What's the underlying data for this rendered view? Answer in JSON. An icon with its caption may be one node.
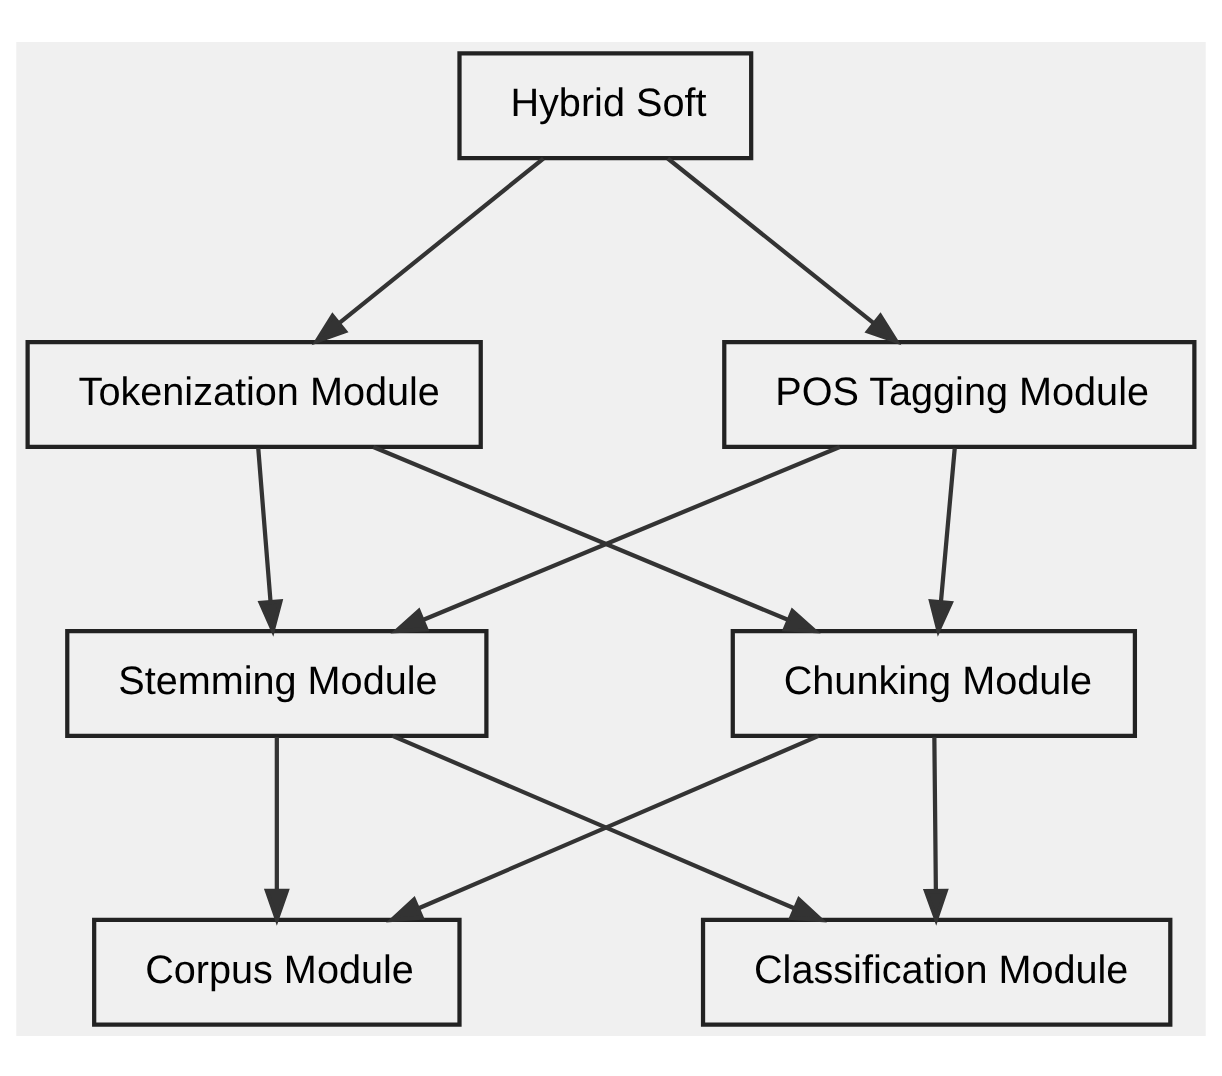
{
  "diagram": {
    "nodes": [
      {
        "text": [
          "Hybrid Soft"
        ]
      },
      {
        "text": [
          "Tokenization Module"
        ]
      },
      {
        "text": [
          "POS Tagging Module"
        ]
      },
      {
        "text": [
          "Stemming Module"
        ]
      },
      {
        "text": [
          "Chunking Module"
        ]
      },
      {
        "text": [
          "Corpus Module"
        ]
      },
      {
        "text": [
          "Classification Module"
        ]
      }
    ],
    "edges": [
      {
        "from": 0,
        "to": 1,
        "arrow": "to"
      },
      {
        "from": 0,
        "to": 2,
        "arrow": "to"
      },
      {
        "from": 1,
        "to": 3,
        "arrow": "to"
      },
      {
        "from": 1,
        "to": 4,
        "arrow": "to"
      },
      {
        "from": 2,
        "to": 3,
        "arrow": "to"
      },
      {
        "from": 2,
        "to": 4,
        "arrow": "to"
      },
      {
        "from": 3,
        "to": 5,
        "arrow": "to"
      },
      {
        "from": 3,
        "to": 6,
        "arrow": "to"
      },
      {
        "from": 4,
        "to": 5,
        "arrow": "to"
      },
      {
        "from": 4,
        "to": 6,
        "arrow": "to"
      }
    ]
  }
}
